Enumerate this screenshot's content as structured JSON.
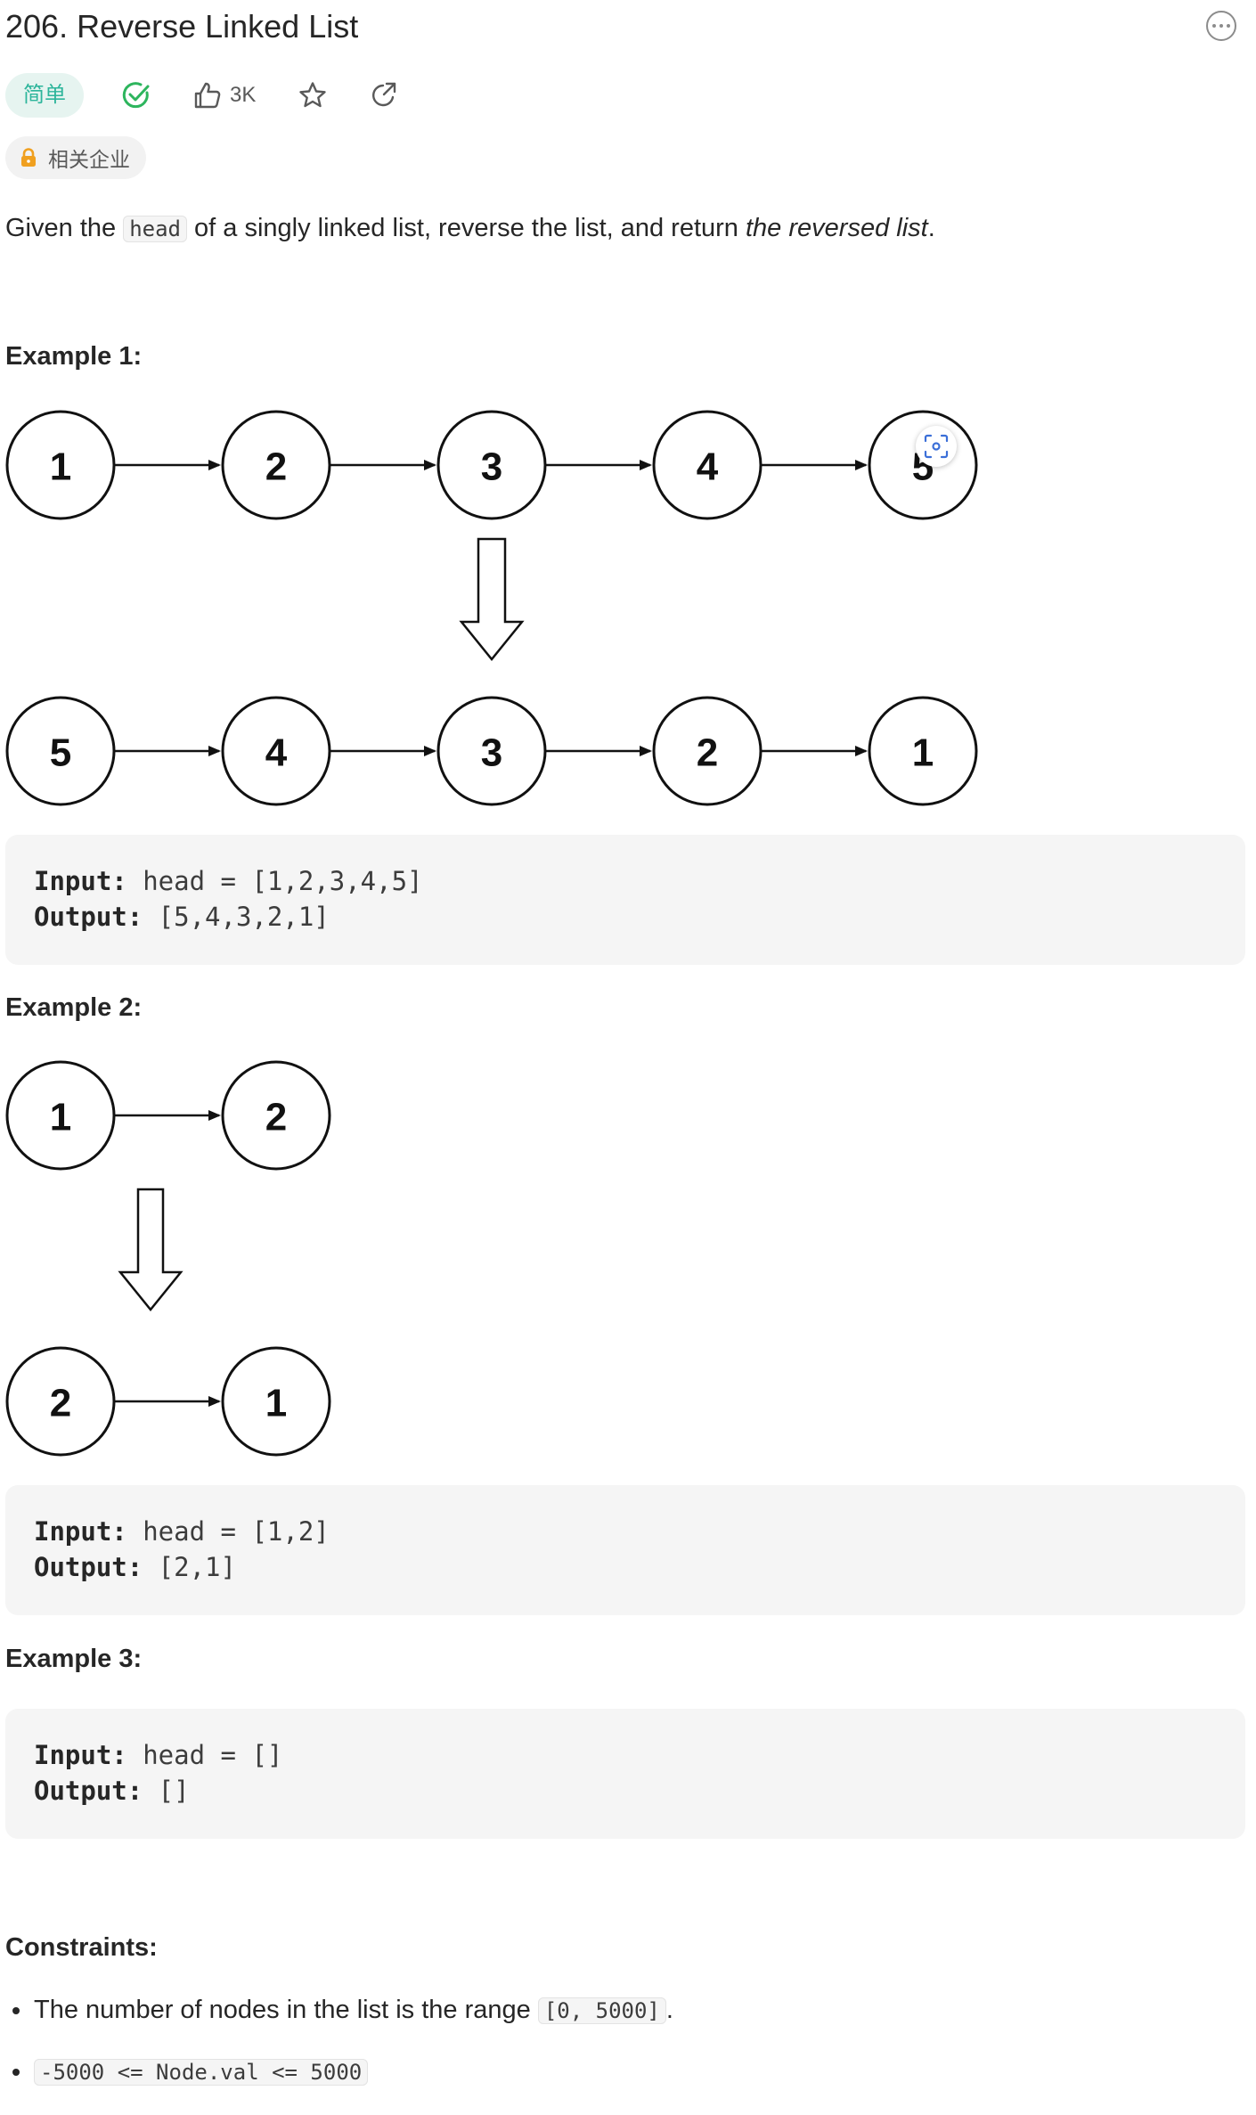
{
  "problem": {
    "title": "206. Reverse Linked List",
    "difficulty": "简单",
    "likes": "3K",
    "company_tag": "相关企业"
  },
  "description": {
    "before": "Given the ",
    "code": "head",
    "middle": " of a singly linked list, reverse the list, and return ",
    "emph": "the reversed list",
    "after": "."
  },
  "examples": [
    {
      "heading": "Example 1:",
      "top_nodes": [
        "1",
        "2",
        "3",
        "4",
        "5"
      ],
      "bottom_nodes": [
        "5",
        "4",
        "3",
        "2",
        "1"
      ],
      "input_label": "Input:",
      "input_value": " head = [1,2,3,4,5]",
      "output_label": "Output:",
      "output_value": " [5,4,3,2,1]"
    },
    {
      "heading": "Example 2:",
      "top_nodes": [
        "1",
        "2"
      ],
      "bottom_nodes": [
        "2",
        "1"
      ],
      "input_label": "Input:",
      "input_value": " head = [1,2]",
      "output_label": "Output:",
      "output_value": " [2,1]"
    },
    {
      "heading": "Example 3:",
      "input_label": "Input:",
      "input_value": " head = []",
      "output_label": "Output:",
      "output_value": " []"
    }
  ],
  "constraints": {
    "heading": "Constraints:",
    "item1_text": "The number of nodes in the list is the range ",
    "item1_code": "[0, 5000]",
    "item1_after": ".",
    "item2_code": "-5000 <= Node.val <= 5000"
  },
  "colors": {
    "difficulty_bg": "#e6f4f0",
    "difficulty_text": "#2db59b",
    "solved_check": "#2db55d",
    "lock": "#f0a020"
  }
}
